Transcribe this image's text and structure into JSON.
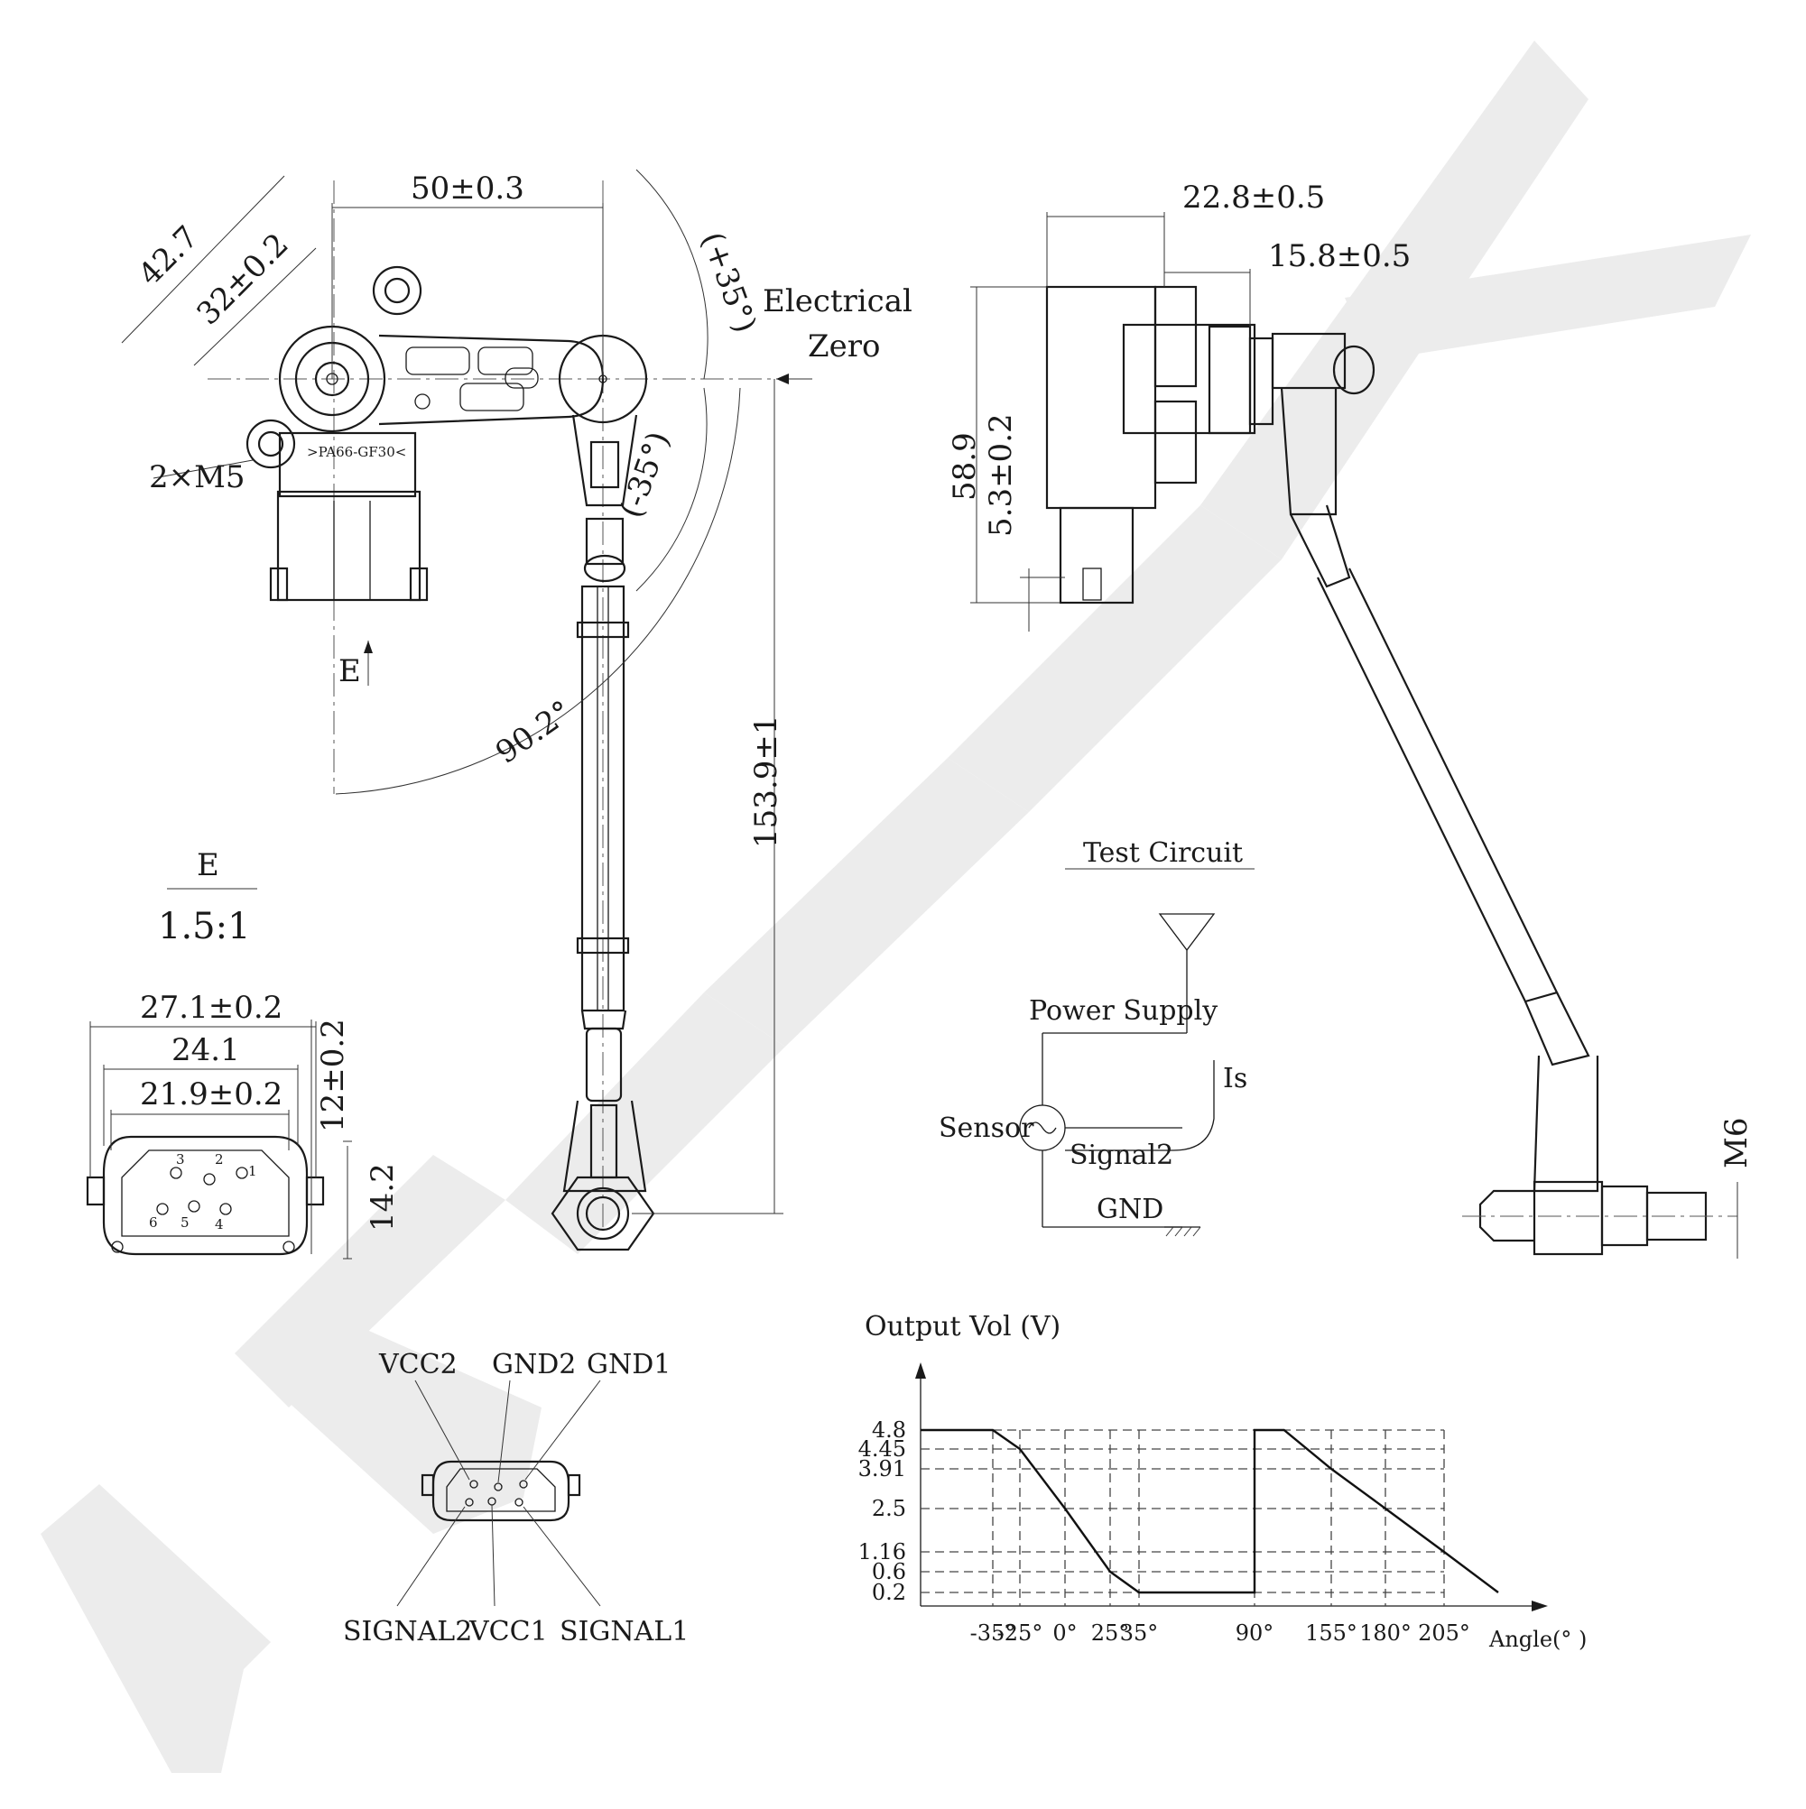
{
  "watermark": {
    "color": "#ececec"
  },
  "front_view": {
    "dim_width_top": "50±0.3",
    "dim_diag_outer": "42.7",
    "dim_diag_inner": "32±0.2",
    "dim_angle_plus": "(+35°)",
    "dim_angle_minus": "(-35°)",
    "electrical_zero_line1": "Electrical",
    "electrical_zero_line2": "Zero",
    "mount_label": "2×M5",
    "view_marker": "E",
    "dim_angle_total": "90.2°",
    "dim_length": "153.9±1",
    "housing_text": ">PA66-GF30<"
  },
  "side_view": {
    "dim_top_1": "22.8±0.5",
    "dim_top_2": "15.8±0.5",
    "dim_height": "58.9",
    "dim_connector": "5.3±0.2",
    "dim_thread": "M6"
  },
  "detail_view": {
    "title": "E",
    "scale": "1.5:1",
    "dim_1": "27.1±0.2",
    "dim_2": "24.1",
    "dim_3": "21.9±0.2",
    "dim_4": "12±0.2",
    "dim_5": "14.2",
    "pin_numbers_top": [
      "3",
      "2",
      "1"
    ],
    "pin_numbers_bottom": [
      "6",
      "5",
      "4"
    ]
  },
  "pinout": {
    "top_labels": [
      "VCC2",
      "GND2",
      "GND1"
    ],
    "bottom_labels": [
      "SIGNAL2",
      "VCC1",
      "SIGNAL1"
    ]
  },
  "test_circuit": {
    "title": "Test Circuit",
    "power_supply": "Power Supply",
    "sensor": "Sensor",
    "signal": "Signal2",
    "current": "Is",
    "ground": "GND"
  },
  "chart_data": {
    "type": "line",
    "title": "Output Vol (V)",
    "xlabel": "Angle(° )",
    "ylabel": "Output Vol (V)",
    "x_tick_labels": [
      "-35°",
      "-25°",
      "0°",
      "25°",
      "35°",
      "90°",
      "155°",
      "180°",
      "205°"
    ],
    "y_tick_labels": [
      "4.8",
      "4.45",
      "3.91",
      "2.5",
      "1.16",
      "0.6",
      "0.2"
    ],
    "grid": "dashed reference lines",
    "series": [
      {
        "x": [
          -35,
          -25,
          0,
          25,
          35,
          90,
          90,
          115,
          155,
          180,
          205,
          215
        ],
        "y": [
          4.8,
          4.45,
          2.5,
          0.6,
          0.2,
          0.2,
          4.8,
          4.8,
          3.91,
          2.5,
          1.16,
          0.2
        ]
      }
    ]
  }
}
